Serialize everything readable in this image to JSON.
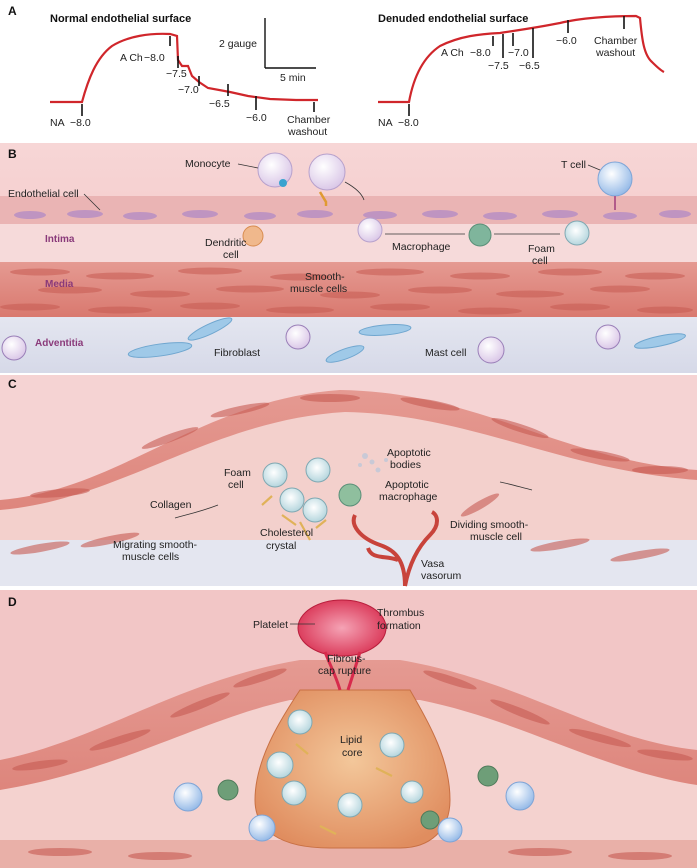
{
  "panels": {
    "a": "A",
    "b": "B",
    "c": "C",
    "d": "D"
  },
  "panel_a": {
    "left_title": "Normal endothelial surface",
    "right_title": "Denuded endothelial surface",
    "scale_y": "2 gauge",
    "scale_x": "5 min",
    "left": {
      "na": "NA",
      "na_dose": "−8.0",
      "ach": "A Ch",
      "ach_dose": "−8.0",
      "d75": "−7.5",
      "d70": "−7.0",
      "d65": "−6.5",
      "d60": "−6.0",
      "washout_1": "Chamber",
      "washout_2": "washout"
    },
    "right": {
      "na": "NA",
      "na_dose": "−8.0",
      "ach": "A Ch",
      "ach_dose": "−8.0",
      "d75": "−7.5",
      "d70": "−7.0",
      "d65": "−6.5",
      "d60": "−6.0",
      "washout_1": "Chamber",
      "washout_2": "washout"
    }
  },
  "panel_b": {
    "monocyte": "Monocyte",
    "t_cell": "T cell",
    "endothelial": "Endothelial cell",
    "intima": "Intima",
    "dendritic_1": "Dendritic",
    "dendritic_2": "cell",
    "macrophage": "Macrophage",
    "foam_1": "Foam",
    "foam_2": "cell",
    "media": "Media",
    "smc_1": "Smooth-",
    "smc_2": "muscle cells",
    "adventitia": "Adventitia",
    "fibroblast": "Fibroblast",
    "mast": "Mast cell"
  },
  "panel_c": {
    "apoptotic_bodies_1": "Apoptotic",
    "apoptotic_bodies_2": "bodies",
    "foam_1": "Foam",
    "foam_2": "cell",
    "apoptotic_mac_1": "Apoptotic",
    "apoptotic_mac_2": "macrophage",
    "collagen": "Collagen",
    "cholesterol_1": "Cholesterol",
    "cholesterol_2": "crystal",
    "dividing_1": "Dividing smooth-",
    "dividing_2": "muscle cell",
    "migrating_1": "Migrating smooth-",
    "migrating_2": "muscle cells",
    "vasa_1": "Vasa",
    "vasa_2": "vasorum"
  },
  "panel_d": {
    "platelet": "Platelet",
    "thrombus_1": "Thrombus",
    "thrombus_2": "formation",
    "rupture_1": "Fibrous-",
    "rupture_2": "cap rupture",
    "lipid_1": "Lipid",
    "lipid_2": "core"
  },
  "colors": {
    "trace": "#d0262b",
    "vessel_pink": "#f4c9c9",
    "endothelium": "#eab0b0",
    "smooth_muscle": "#d9756b",
    "adventitia": "#dde0ec",
    "layer_label": "#8a3a7a",
    "lipid_core": "#e39a68",
    "thrombus": "#e2395a"
  }
}
